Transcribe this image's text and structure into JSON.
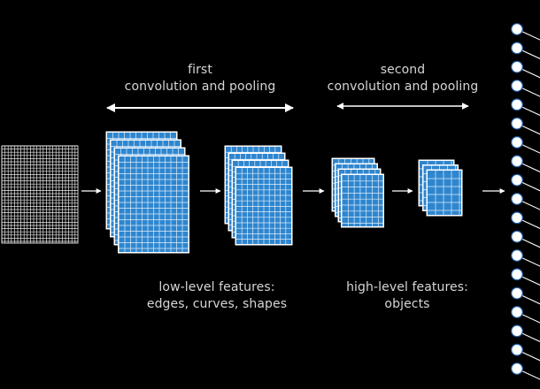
{
  "stage1": {
    "title_line1": "first",
    "title_line2": "convolution and pooling",
    "caption_line1": "low-level features:",
    "caption_line2": "edges, curves, shapes"
  },
  "stage2": {
    "title_line1": "second",
    "title_line2": "convolution and pooling",
    "caption_line1": "high-level features:",
    "caption_line2": "objects"
  },
  "colors": {
    "background": "#000000",
    "map_fill": "#2e86cf",
    "map_border": "#ffffff",
    "grid_line": "#ffffff",
    "node_fill": "#ffffff",
    "arrow": "#ffffff"
  },
  "output_layer": {
    "node_count": 19
  }
}
